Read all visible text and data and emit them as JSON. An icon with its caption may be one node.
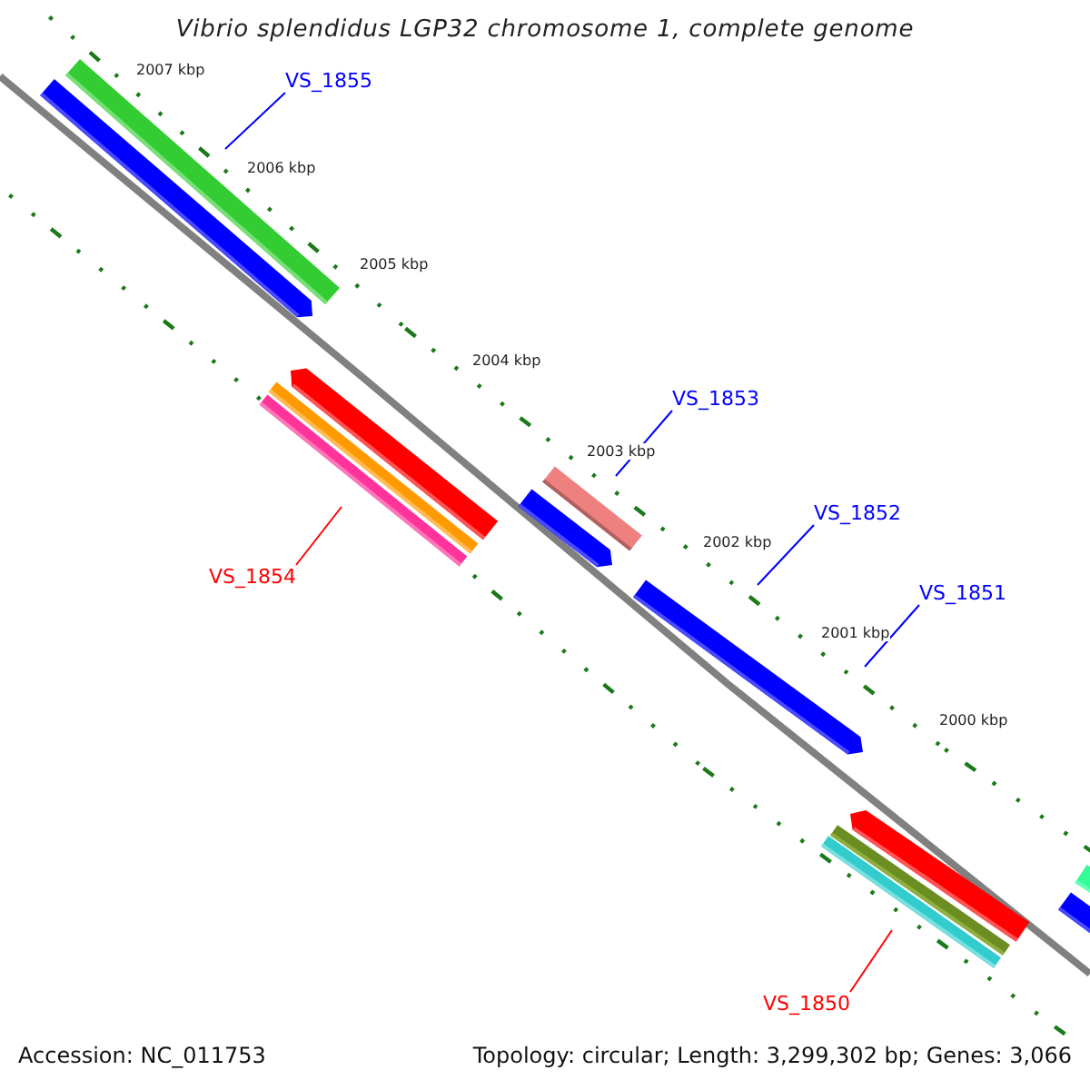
{
  "diagram": {
    "title": "Vibrio splendidus LGP32 chromosome 1, complete genome",
    "nodes": [
      {
        "text": [
          "VS_1855"
        ]
      },
      {
        "text": [
          "VS_1853"
        ]
      },
      {
        "text": [
          "VS_1852"
        ]
      },
      {
        "text": [
          "VS_1851"
        ]
      },
      {
        "text": [
          "VS_1854"
        ]
      },
      {
        "text": [
          "VS_1850"
        ]
      }
    ],
    "edges": [
      {
        "from": 0,
        "to": null,
        "arrow": "none"
      },
      {
        "from": 1,
        "to": null,
        "arrow": "none"
      },
      {
        "from": 2,
        "to": null,
        "arrow": "none"
      },
      {
        "from": 3,
        "to": null,
        "arrow": "none"
      },
      {
        "from": 4,
        "to": null,
        "arrow": "none",
        "color": "#ff0000"
      },
      {
        "from": 5,
        "to": null,
        "arrow": "none",
        "color": "#ff0000"
      }
    ],
    "labels": [
      "2007 kbp",
      "2006 kbp",
      "2005 kbp",
      "2004 kbp",
      "2003 kbp",
      "2002 kbp",
      "2001 kbp",
      "2000 kbp",
      "Accession: NC_011753",
      "Topology: circular; Length: 3,299,302 bp; Genes: 3,066"
    ]
  }
}
